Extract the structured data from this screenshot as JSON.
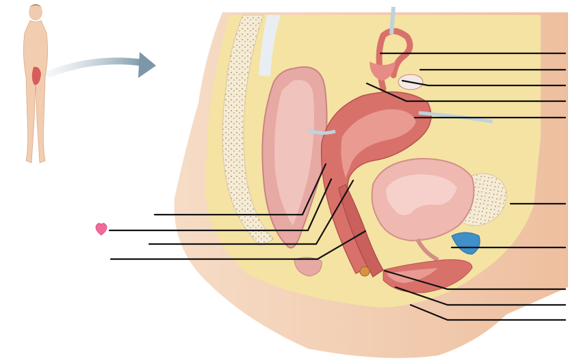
{
  "diagram": {
    "type": "anatomical-illustration",
    "subject": "female-pelvis-midsagittal",
    "label_slots": {
      "left_count": 4,
      "right_count": 10,
      "all_labels_blank": true
    },
    "marker": {
      "icon": "heart-icon",
      "color": "#f06a9a",
      "points_to_left_slot": 2
    },
    "colors": {
      "skin": "#f2cdb0",
      "fat": "#f5e3a3",
      "bone": "#f4ecd6",
      "muscle": "#d9716b",
      "bladder": "#efb8b0",
      "rectum": "#e7a9a3",
      "vessel": "#bfd2dd",
      "gland": "#3f8fc8",
      "arrow": "#7c97a8"
    }
  }
}
